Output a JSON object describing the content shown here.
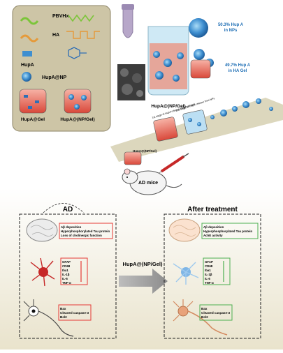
{
  "legend": {
    "pbvhx": "PBVHx",
    "ha": "HA",
    "hupa": "HupA",
    "hupa_np": "HupA@NP",
    "hupa_gel": "HupA@Gel",
    "hupa_np_gel": "HupA@(NP/Gel)"
  },
  "beaker": {
    "label": "HupA@(NP/Gel)",
    "np_pct": "50.3% Hup A",
    "np_in": "in NPs",
    "gel_pct": "49.7% Hup A",
    "gel_in": "in HA Gel"
  },
  "injection": {
    "label": "HupA@(NP/Gel)",
    "note_1": "1st stage of HupA release from hydrogel",
    "note_2": "2nd stage of HupA release from NPs"
  },
  "mouse_label": "AD mice",
  "arrow_label": "HupA@(NP/Gel)",
  "ad_panel": {
    "title": "AD",
    "brain": [
      "Aβ deposition",
      "Hyperphosphorylated Tau protein",
      "Loss of cholinergic function"
    ],
    "glia": [
      "GFAP",
      "CD68",
      "Iba1",
      "IL-1β",
      "IL-6",
      "TNF-α"
    ],
    "neuron": [
      "Bax",
      "Cleaved caspase-3",
      "Bcl2"
    ]
  },
  "treated_panel": {
    "title": "After treatment",
    "brain": [
      "Aβ deposition",
      "Hyperphosphorylated Tau protein",
      "AchE activity"
    ],
    "glia": [
      "GFAP",
      "CD68",
      "Iba1",
      "IL-1β",
      "IL-6",
      "TNF-α"
    ],
    "neuron": [
      "Bax",
      "Cleaved caspase-3",
      "Bcl2"
    ]
  },
  "colors": {
    "legend_bg": "#cdc5a6",
    "up_red": "#e53935",
    "down_green": "#4caf50",
    "nanoparticle": "#3f8fd0",
    "gel_red": "#e8604c"
  }
}
